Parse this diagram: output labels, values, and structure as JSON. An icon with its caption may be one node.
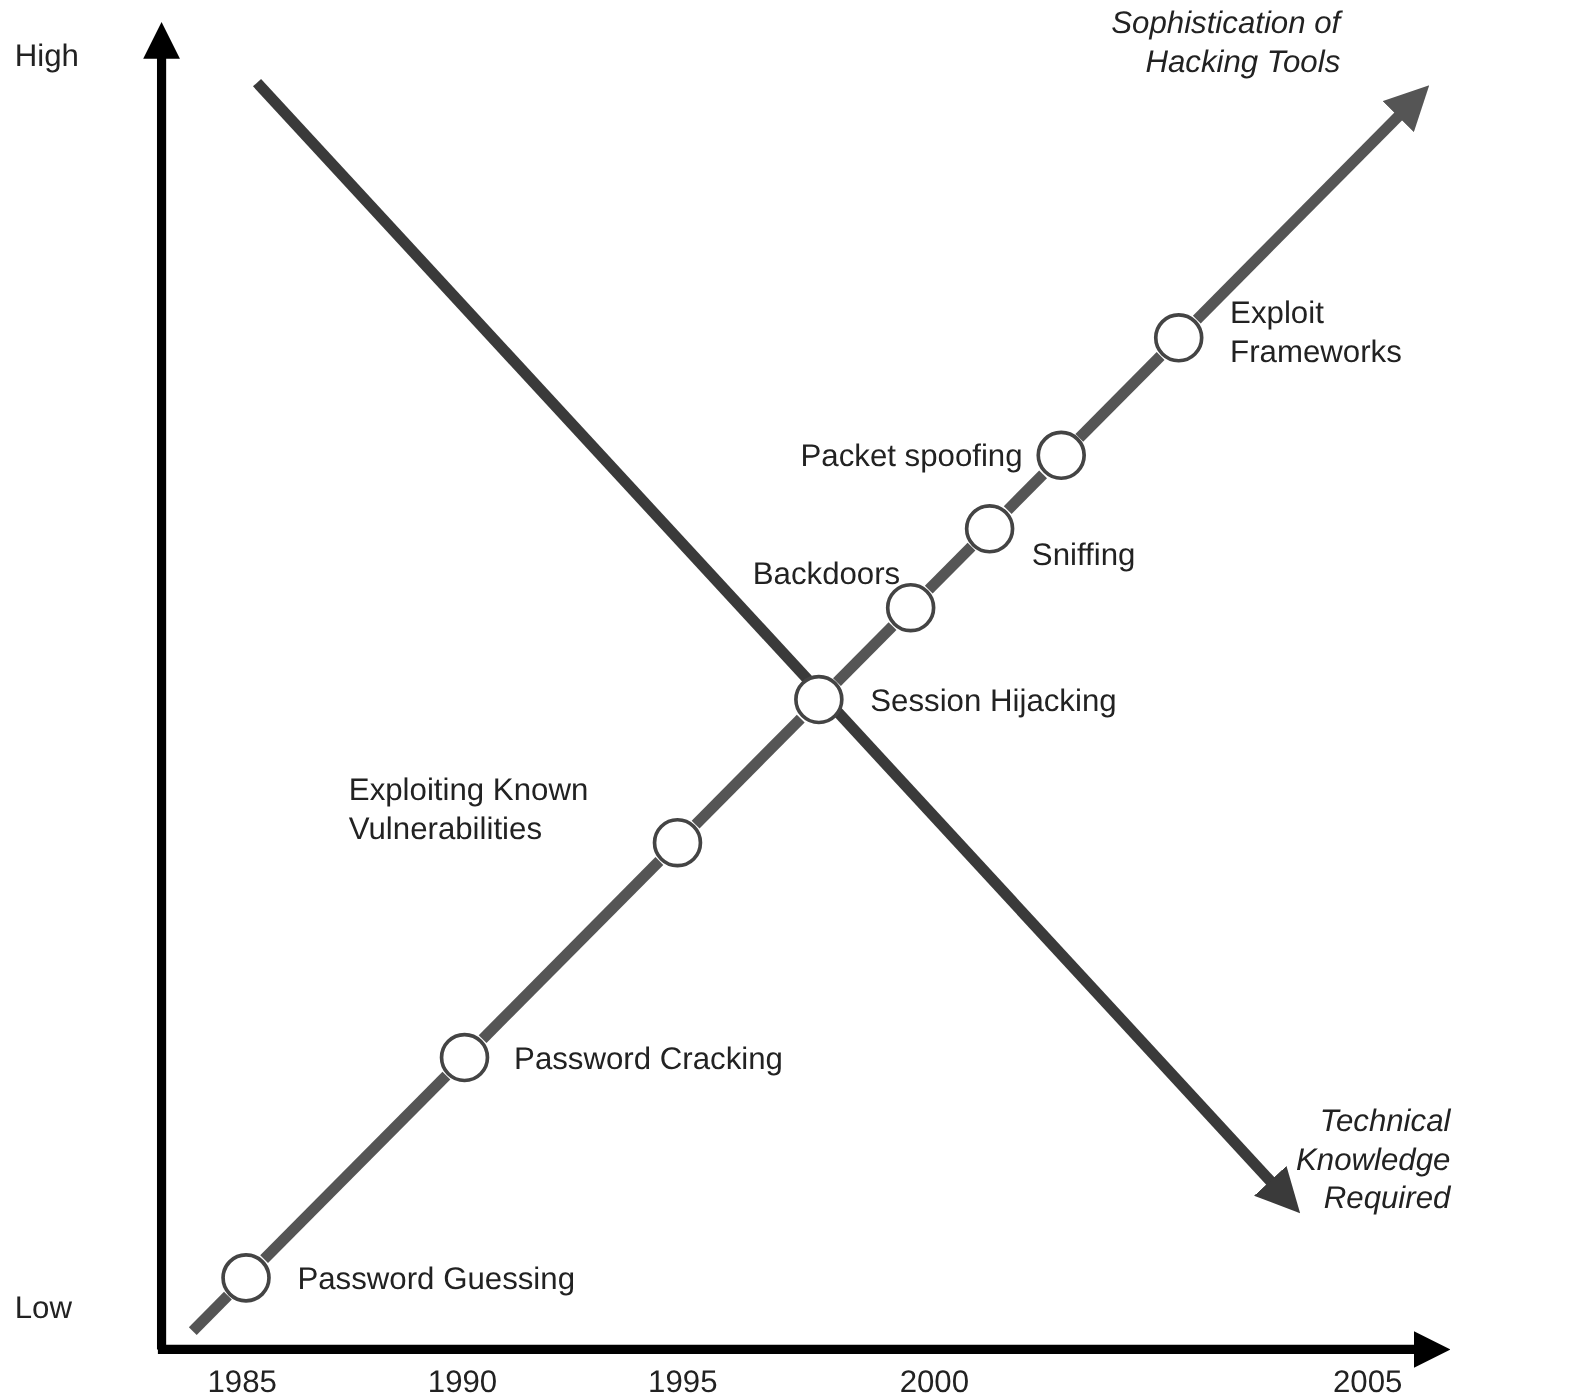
{
  "diagram": {
    "nodes": [
      {
        "text": [],
        "shape": "circle",
        "beside": [
          "Password Guessing"
        ]
      },
      {
        "text": [],
        "shape": "circle",
        "beside": [
          "Password Cracking"
        ]
      },
      {
        "text": [],
        "shape": "circle",
        "beside": [
          "Exploiting Known Vulnerabilities"
        ]
      },
      {
        "text": [],
        "shape": "circle",
        "beside": [
          "Session Hijacking"
        ]
      },
      {
        "text": [],
        "shape": "circle",
        "beside": [
          "Backdoors"
        ]
      },
      {
        "text": [],
        "shape": "circle",
        "beside": [
          "Sniffing"
        ]
      },
      {
        "text": [],
        "shape": "circle",
        "beside": [
          "Packet spoofing"
        ]
      },
      {
        "text": [],
        "shape": "circle",
        "beside": [
          "Exploit Frameworks"
        ]
      }
    ],
    "edges": [
      {
        "from": null,
        "to": 0,
        "arrow": "none"
      },
      {
        "from": 0,
        "to": 1,
        "arrow": "none"
      },
      {
        "from": 1,
        "to": 2,
        "arrow": "none"
      },
      {
        "from": 2,
        "to": 3,
        "arrow": "none"
      },
      {
        "from": 3,
        "to": 4,
        "arrow": "none"
      },
      {
        "from": 4,
        "to": 5,
        "arrow": "none"
      },
      {
        "from": 5,
        "to": 6,
        "arrow": "none"
      },
      {
        "from": 6,
        "to": 7,
        "arrow": "none"
      },
      {
        "from": 7,
        "to": null,
        "arrow": "to"
      }
    ],
    "labels": [
      "Sophistication of Hacking Tools",
      "High",
      "Technical Knowledge Required",
      "Low",
      "1985",
      "1990",
      "1995",
      "2000",
      "2005"
    ]
  }
}
